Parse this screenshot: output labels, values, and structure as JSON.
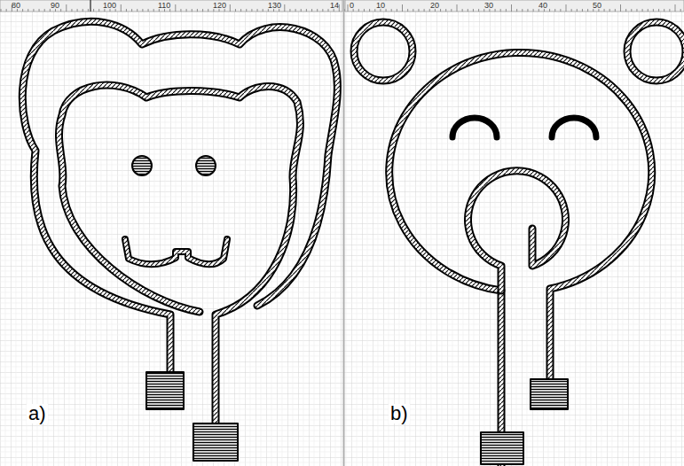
{
  "diagram": {
    "labels": [
      "80",
      "90",
      "100",
      "110",
      "120",
      "130",
      "14",
      "0",
      "10",
      "20",
      "30",
      "40",
      "50",
      "a)",
      "b)"
    ]
  }
}
